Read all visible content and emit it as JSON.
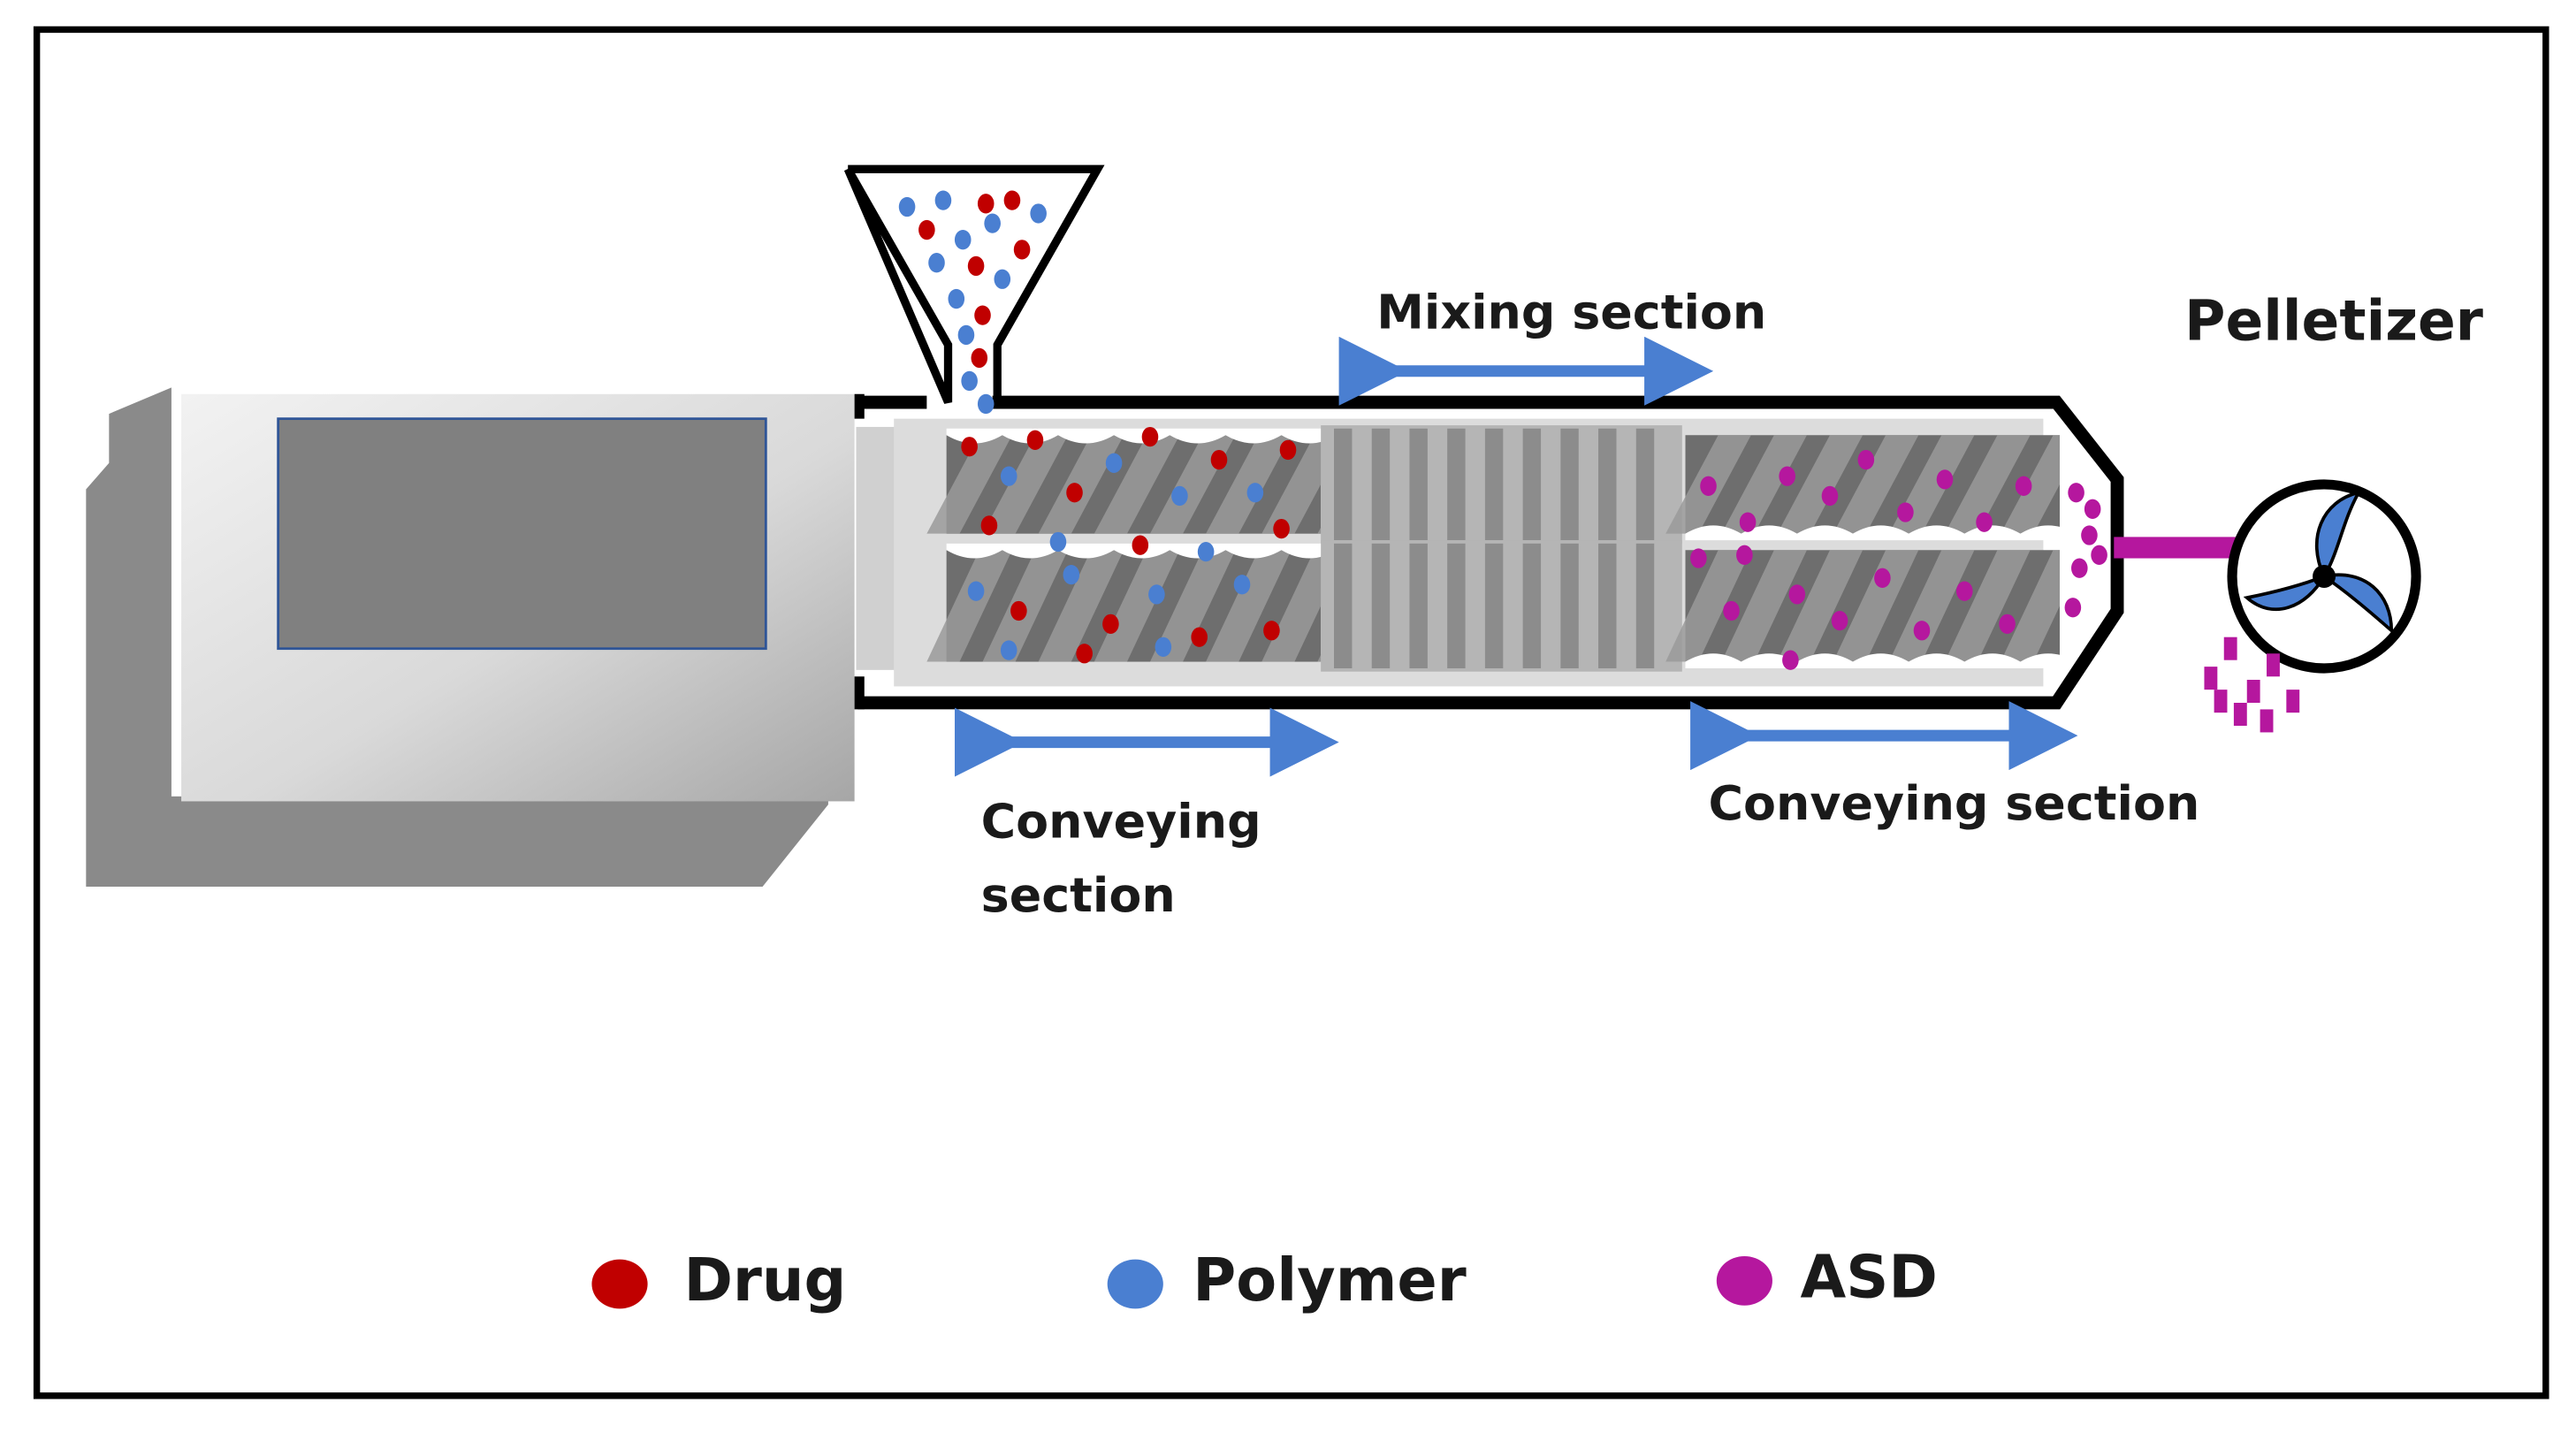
{
  "labels": {
    "mixing": "Mixing section",
    "pelletizer": "Pelletizer",
    "conveying_left_line1": "Conveying",
    "conveying_left_line2": "section",
    "conveying_right": "Conveying section"
  },
  "legend": [
    {
      "label": "Drug",
      "color": "#c00000"
    },
    {
      "label": "Polymer",
      "color": "#4a7fd1"
    },
    {
      "label": "ASD",
      "color": "#b5179e"
    }
  ],
  "colors": {
    "drug": "#c00000",
    "polymer": "#4a7fd1",
    "asd": "#b5179e",
    "arrow": "#4a7fd1",
    "screw": "#6e6e6e",
    "barrel_outline": "#000000"
  }
}
